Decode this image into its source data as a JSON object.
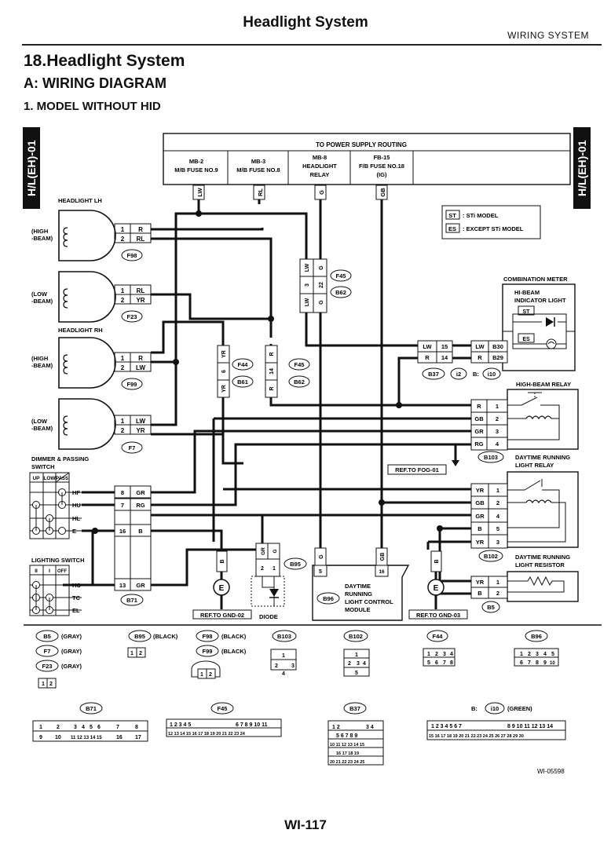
{
  "header": {
    "title": "Headlight System",
    "section": "WIRING SYSTEM"
  },
  "titles": {
    "main": "18.Headlight System",
    "sub": "A:  WIRING DIAGRAM",
    "model": "1.  MODEL WITHOUT HID"
  },
  "side_tab": "H/L(EH)-01",
  "power": {
    "routing": "TO POWER SUPPLY ROUTING",
    "fuses": [
      {
        "l1": "MB-2",
        "l2": "M/B FUSE NO.9",
        "l3": "",
        "wire": "LW"
      },
      {
        "l1": "MB-3",
        "l2": "M/B FUSE NO.8",
        "l3": "",
        "wire": "RL"
      },
      {
        "l1": "MB-8",
        "l2": "HEADLIGHT",
        "l3": "RELAY",
        "wire": "G"
      },
      {
        "l1": "FB-15",
        "l2": "F/B FUSE NO.18",
        "l3": "(IG)",
        "wire": "GB"
      }
    ]
  },
  "legend": {
    "st_key": "ST",
    "st_text": ": STi MODEL",
    "es_key": "ES",
    "es_text": ": EXCEPT STi MODEL"
  },
  "lamps": [
    {
      "name": "HEADLIGHT LH",
      "beam1": "(HIGH",
      "beam2": "-BEAM)",
      "pins": [
        "1",
        "2"
      ],
      "wires": [
        "R",
        "RL"
      ],
      "conn": "F98"
    },
    {
      "name": "",
      "beam1": "(LOW",
      "beam2": "-BEAM)",
      "pins": [
        "1",
        "2"
      ],
      "wires": [
        "RL",
        "YR"
      ],
      "conn": "F23"
    },
    {
      "name": "HEADLIGHT RH",
      "beam1": "(HIGH",
      "beam2": "-BEAM)",
      "pins": [
        "1",
        "2"
      ],
      "wires": [
        "R",
        "LW"
      ],
      "conn": "F99"
    },
    {
      "name": "",
      "beam1": "(LOW",
      "beam2": "-BEAM)",
      "pins": [
        "1",
        "2"
      ],
      "wires": [
        "LW",
        "YR"
      ],
      "conn": "F7"
    }
  ],
  "mid_connectors": {
    "f45_top": {
      "name": "F45",
      "name2": "B62",
      "pins": [
        "3",
        "22"
      ],
      "wires": [
        "LW",
        "G"
      ]
    },
    "f44": {
      "name": "F44",
      "name2": "B61",
      "pin": "6",
      "wire": "YR"
    },
    "f45_low": {
      "name": "F45",
      "name2": "B62",
      "pin": "14",
      "wire": "R"
    }
  },
  "meter": {
    "title": "COMBINATION METER",
    "sub1": "HI-BEAM",
    "sub2": "INDICATOR LIGHT",
    "st": "ST",
    "es": "ES",
    "rows": [
      {
        "wire": "LW",
        "pin": "15",
        "wire2": "LW",
        "pin2": "B30"
      },
      {
        "wire": "R",
        "pin": "14",
        "wire2": "R",
        "pin2": "B29"
      }
    ],
    "conns": [
      "B37",
      "i2",
      "B:",
      "i10"
    ]
  },
  "hb_relay": {
    "title": "HIGH-BEAM RELAY",
    "rows": [
      [
        "R",
        "1"
      ],
      [
        "GB",
        "2"
      ],
      [
        "GR",
        "3"
      ],
      [
        "RG",
        "4"
      ]
    ],
    "conn": "B103",
    "ref": "REF.TO FOG-01"
  },
  "drl_relay": {
    "title1": "DAYTIME RUNNING",
    "title2": "LIGHT RELAY",
    "rows": [
      [
        "YR",
        "1"
      ],
      [
        "GB",
        "2"
      ],
      [
        "GR",
        "4"
      ],
      [
        "B",
        "5"
      ],
      [
        "YR",
        "3"
      ]
    ],
    "conn": "B102"
  },
  "drl_resistor": {
    "title1": "DAYTIME RUNNING",
    "title2": "LIGHT RESISTOR",
    "rows": [
      [
        "YR",
        "1"
      ],
      [
        "B",
        "2"
      ]
    ],
    "conn": "B5"
  },
  "dimmer": {
    "title1": "DIMMER & PASSING",
    "title2": "SWITCH",
    "cols": [
      "UP",
      "LOW",
      "PASS"
    ],
    "rows": [
      "HF",
      "HU",
      "HL",
      "E"
    ],
    "wires": [
      [
        "8",
        "GR"
      ],
      [
        "7",
        "RG"
      ],
      [
        "16",
        "B"
      ]
    ]
  },
  "lighting": {
    "title": "LIGHTING SWITCH",
    "cols": [
      "II",
      "I",
      "OFF"
    ],
    "rows": [
      "HC",
      "TC",
      "EL"
    ],
    "wire": [
      "13",
      "GR"
    ],
    "conn": "B71"
  },
  "grounds": {
    "g1": "REF.TO GND-02",
    "g2": "REF.TO GND-03",
    "e": "E"
  },
  "diode": {
    "label": "DIODE",
    "conn": "B95",
    "pins": [
      "2",
      "1"
    ],
    "wires": [
      "GR",
      "G"
    ]
  },
  "drl_module": {
    "l1": "DAYTIME",
    "l2": "RUNNING",
    "l3": "LIGHT CONTROL",
    "l4": "MODULE",
    "conn": "B96",
    "pins": [
      "5",
      "16"
    ],
    "wires": [
      "G",
      "GB"
    ]
  },
  "lower": {
    "r1": [
      {
        "c": "B5",
        "t": "(GRAY)"
      },
      {
        "c": "F7",
        "t": "(GRAY)"
      },
      {
        "c": "F23",
        "t": "(GRAY)"
      },
      {
        "c": "B95",
        "t": "(BLACK)"
      },
      {
        "c": "F98",
        "t": "(BLACK)"
      },
      {
        "c": "F99",
        "t": "(BLACK)"
      },
      {
        "c": "B103",
        "t": ""
      },
      {
        "c": "B102",
        "t": ""
      },
      {
        "c": "F44",
        "t": ""
      },
      {
        "c": "B96",
        "t": ""
      }
    ],
    "r2": [
      {
        "c": "B71",
        "t": ""
      },
      {
        "c": "F45",
        "t": ""
      },
      {
        "c": "B37",
        "t": ""
      },
      {
        "c": "i10",
        "t": "(GREEN)",
        "pre": "B:"
      }
    ],
    "code": "WI-05598"
  },
  "footer": "WI-117"
}
